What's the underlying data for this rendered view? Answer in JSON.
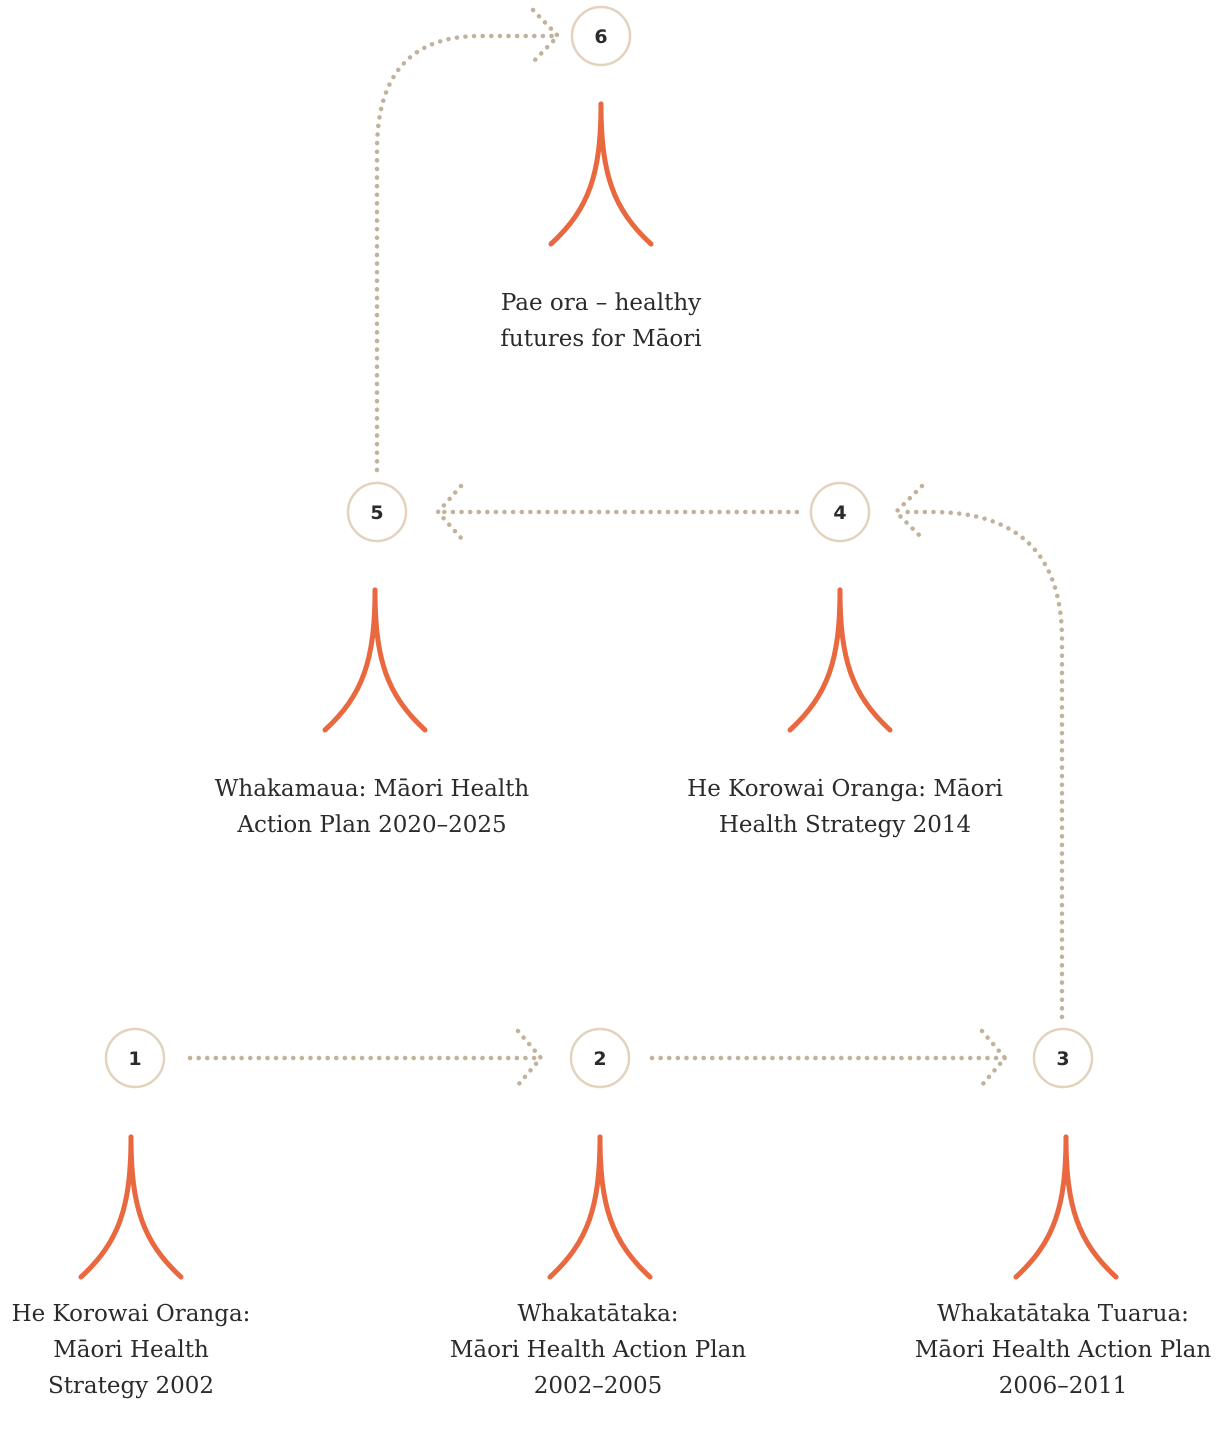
{
  "nodes": [
    {
      "id": 1,
      "number": "1",
      "caption": [
        "He Korowai Oranga:",
        "Māori Health",
        "Strategy 2002"
      ]
    },
    {
      "id": 2,
      "number": "2",
      "caption": [
        "Whakatātaka:",
        "Māori Health Action Plan",
        "2002–2005"
      ]
    },
    {
      "id": 3,
      "number": "3",
      "caption": [
        "Whakatātaka Tuarua:",
        "Māori Health Action Plan",
        "2006–2011"
      ]
    },
    {
      "id": 4,
      "number": "4",
      "caption": [
        "He Korowai Oranga: Māori",
        "Health Strategy 2014"
      ]
    },
    {
      "id": 5,
      "number": "5",
      "caption": [
        "Whakamaua: Māori Health",
        "Action Plan 2020–2025"
      ]
    },
    {
      "id": 6,
      "number": "6",
      "caption": [
        "Pae ora – healthy",
        "futures for Māori"
      ]
    }
  ],
  "connections": [
    {
      "from": 1,
      "to": 2
    },
    {
      "from": 2,
      "to": 3
    },
    {
      "from": 3,
      "to": 4
    },
    {
      "from": 4,
      "to": 5
    },
    {
      "from": 5,
      "to": 6
    }
  ],
  "colors": {
    "koru": "#e9683f",
    "circle_border": "#e3d3bd",
    "dotted_arrow": "#c2b29c",
    "text": "#2b2b2b"
  },
  "icons": {
    "node_symbol": "koru-icon"
  }
}
